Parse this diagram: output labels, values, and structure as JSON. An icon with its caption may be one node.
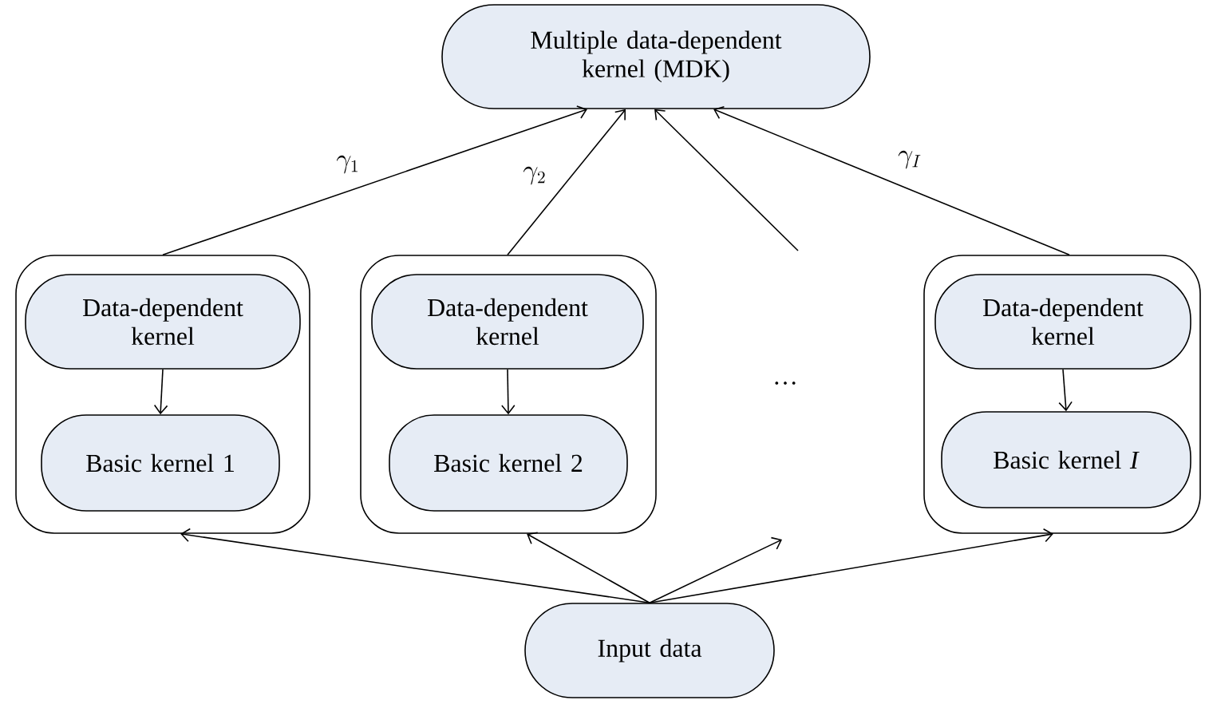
{
  "diagram": {
    "nodes": [
      {
        "text": [
          "Multiple data-dependent kernel (MDK)"
        ]
      },
      {
        "text": [],
        "shape": "box"
      },
      {
        "text": [
          "Data-dependent kernel"
        ],
        "in": 1
      },
      {
        "text": [
          "Basic kernel 1"
        ],
        "in": 1
      },
      {
        "text": [],
        "shape": "box"
      },
      {
        "text": [
          "Data-dependent kernel"
        ],
        "in": 4
      },
      {
        "text": [
          "Basic kernel 2"
        ],
        "in": 4
      },
      {
        "text": [],
        "shape": "box"
      },
      {
        "text": [
          "Data-dependent kernel"
        ],
        "in": 7
      },
      {
        "text": [
          "Basic kernel *I*"
        ],
        "in": 7
      },
      {
        "text": [
          "Input data"
        ]
      }
    ],
    "edges": [
      {
        "from": 1,
        "to": 0,
        "arrow": "to",
        "label": "\\gamma_1"
      },
      {
        "from": 4,
        "to": 0,
        "arrow": "to",
        "label": "\\gamma_2"
      },
      {
        "from": null,
        "to": 0,
        "arrow": "to"
      },
      {
        "from": 7,
        "to": 0,
        "arrow": "to",
        "label": "\\gamma_I"
      },
      {
        "from": 2,
        "to": 3,
        "arrow": "to"
      },
      {
        "from": 5,
        "to": 6,
        "arrow": "to"
      },
      {
        "from": 8,
        "to": 9,
        "arrow": "to"
      },
      {
        "from": 10,
        "to": 1,
        "arrow": "to"
      },
      {
        "from": 10,
        "to": 4,
        "arrow": "to"
      },
      {
        "from": 10,
        "to": null,
        "arrow": "to"
      },
      {
        "from": 10,
        "to": 7,
        "arrow": "to"
      }
    ],
    "labels": [
      "…"
    ]
  }
}
